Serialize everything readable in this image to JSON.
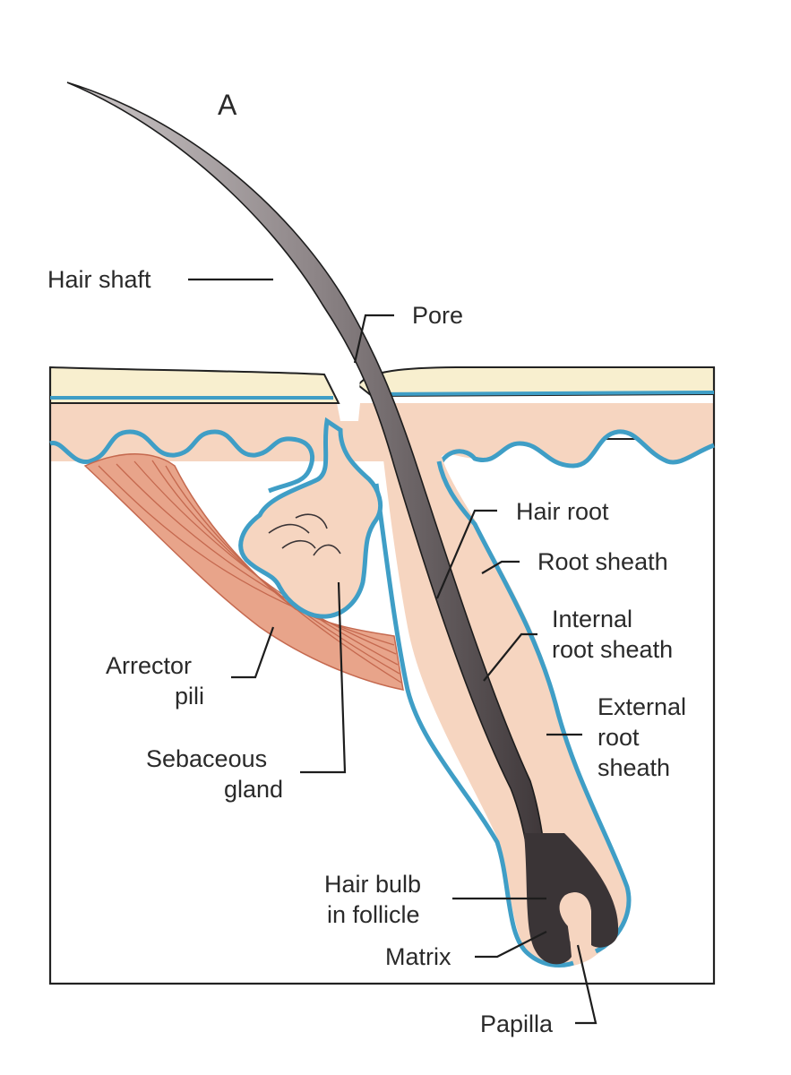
{
  "figure_letter": "A",
  "labels": {
    "hair_shaft": "Hair shaft",
    "pore": "Pore",
    "hair_root": "Hair root",
    "root_sheath": "Root sheath",
    "internal_root_sheath": [
      "Internal",
      "root sheath"
    ],
    "external_root_sheath": [
      "External",
      "root",
      "sheath"
    ],
    "arrector_pili": [
      "Arrector",
      "pili"
    ],
    "sebaceous_gland": [
      "Sebaceous",
      "gland"
    ],
    "hair_bulb": [
      "Hair bulb",
      "in follicle"
    ],
    "matrix": "Matrix",
    "papilla": "Papilla"
  },
  "colors": {
    "dermis": "#f6d5c0",
    "epidermis_cream": "#f8efcf",
    "membrane_blue": "#3f9ec6",
    "hair_dark": "#3a3436",
    "hair_light": "#9b9496",
    "muscle": "#e8a48a",
    "muscle_line": "#c5694f"
  }
}
